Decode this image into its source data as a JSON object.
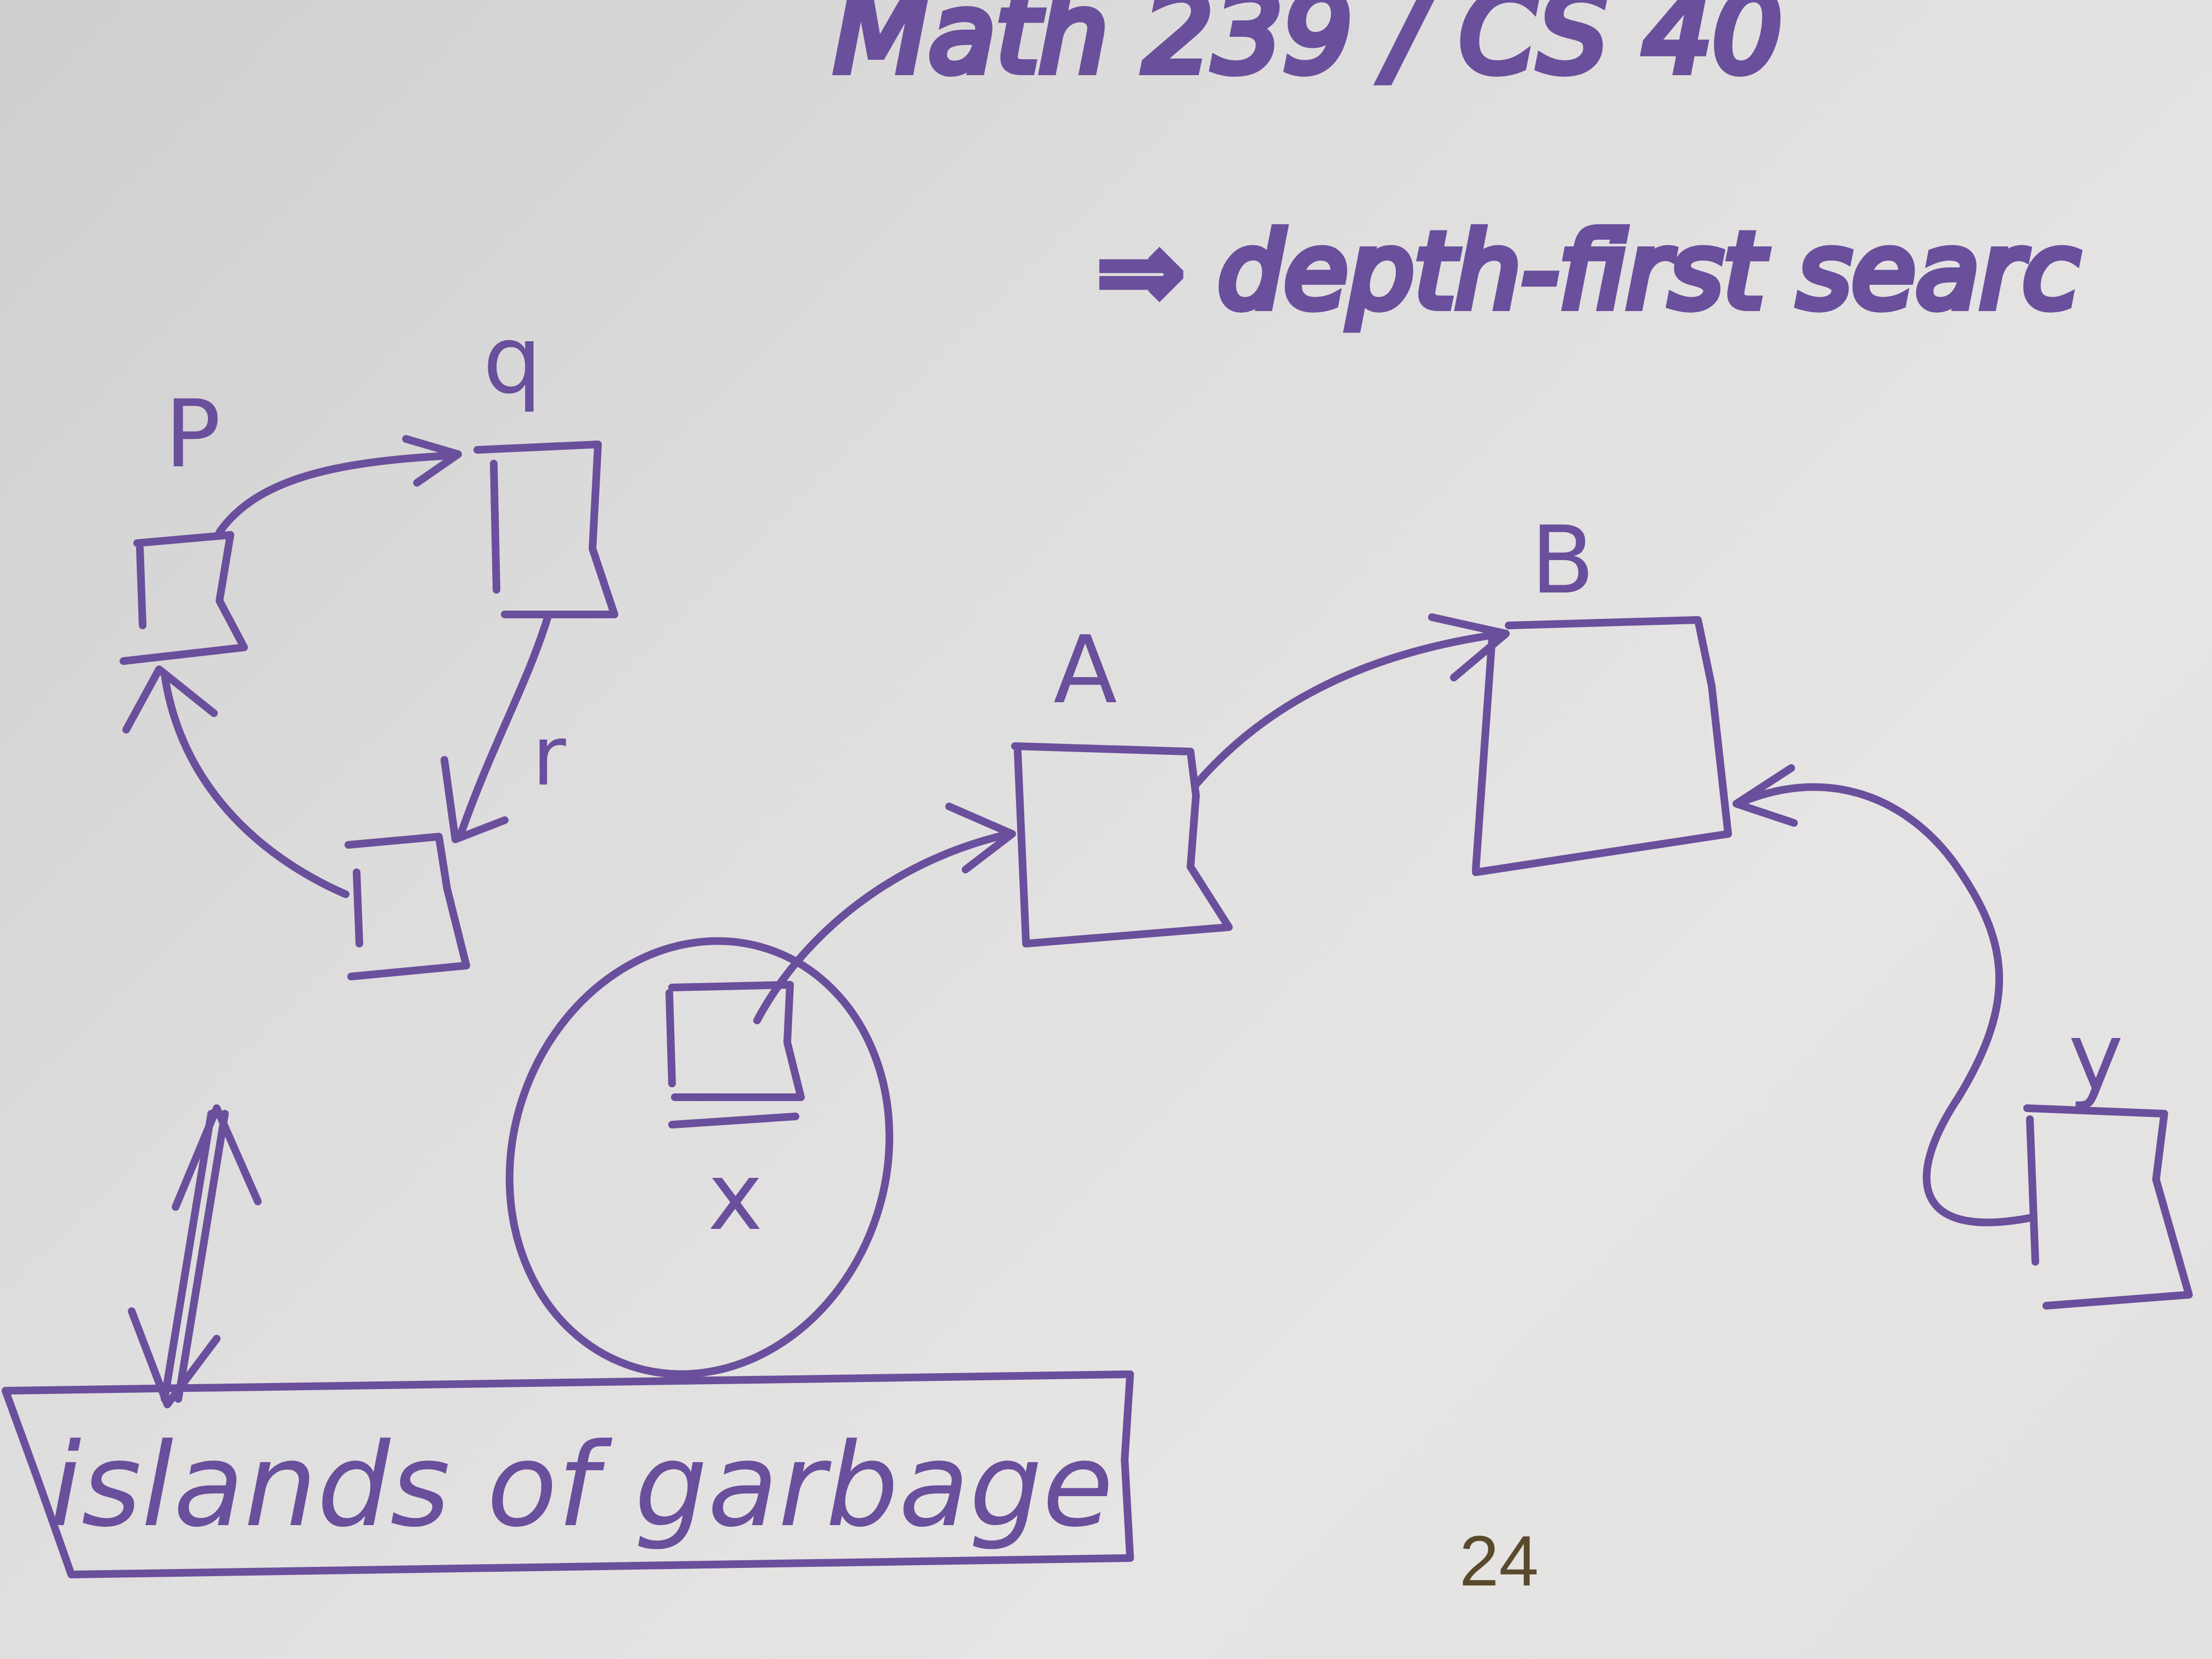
{
  "slide": {
    "title": "Math 239 / CS 40",
    "subtitle": "⇒ depth-first searc",
    "page_number": "24"
  },
  "diagram": {
    "node_labels": {
      "p": "P",
      "q": "q",
      "r": "r",
      "a": "A",
      "b": "B",
      "x": "x",
      "y": "y"
    },
    "box_label": "islands of garbage"
  },
  "colors": {
    "ink": "#6a4f9c",
    "background": "#e2e1e0",
    "page_number": "#5a4a2c"
  }
}
